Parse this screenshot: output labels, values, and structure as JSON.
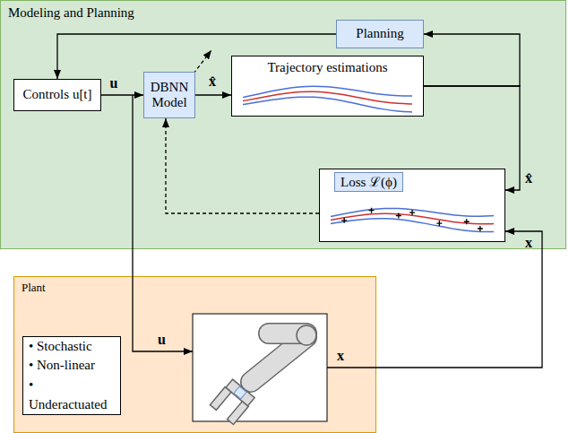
{
  "diagram": {
    "nodes": [
      {
        "text": [
          "Modeling and Planning"
        ]
      },
      {
        "text": [
          "Planning"
        ],
        "in": 0
      },
      {
        "text": [
          "Controls u[t]"
        ],
        "in": 0
      },
      {
        "text": [
          "DBNN Model"
        ],
        "in": 0
      },
      {
        "text": [
          "Trajectory estimations"
        ],
        "in": 0
      },
      {
        "text": [
          "Loss ℒ(ϕ)"
        ],
        "in": 0
      },
      {
        "text": [
          "Plant"
        ]
      },
      {
        "text": [
          "• Stochastic",
          "• Non-linear",
          "• Underactuated"
        ],
        "in": 6
      }
    ],
    "edges": [
      {
        "from": 1,
        "to": 2,
        "arrow": "to"
      },
      {
        "from": 2,
        "to": 3,
        "label": "u",
        "arrow": "to"
      },
      {
        "from": 3,
        "to": 4,
        "label": "x̂",
        "arrow": "to"
      },
      {
        "from": 4,
        "to": 1,
        "arrow": "to"
      },
      {
        "from": 4,
        "to": 5,
        "label": "x̂",
        "arrow": "to"
      },
      {
        "from": 5,
        "to": 3,
        "arrow": "to"
      }
    ],
    "labels": [
      "u",
      "x",
      "x"
    ]
  }
}
